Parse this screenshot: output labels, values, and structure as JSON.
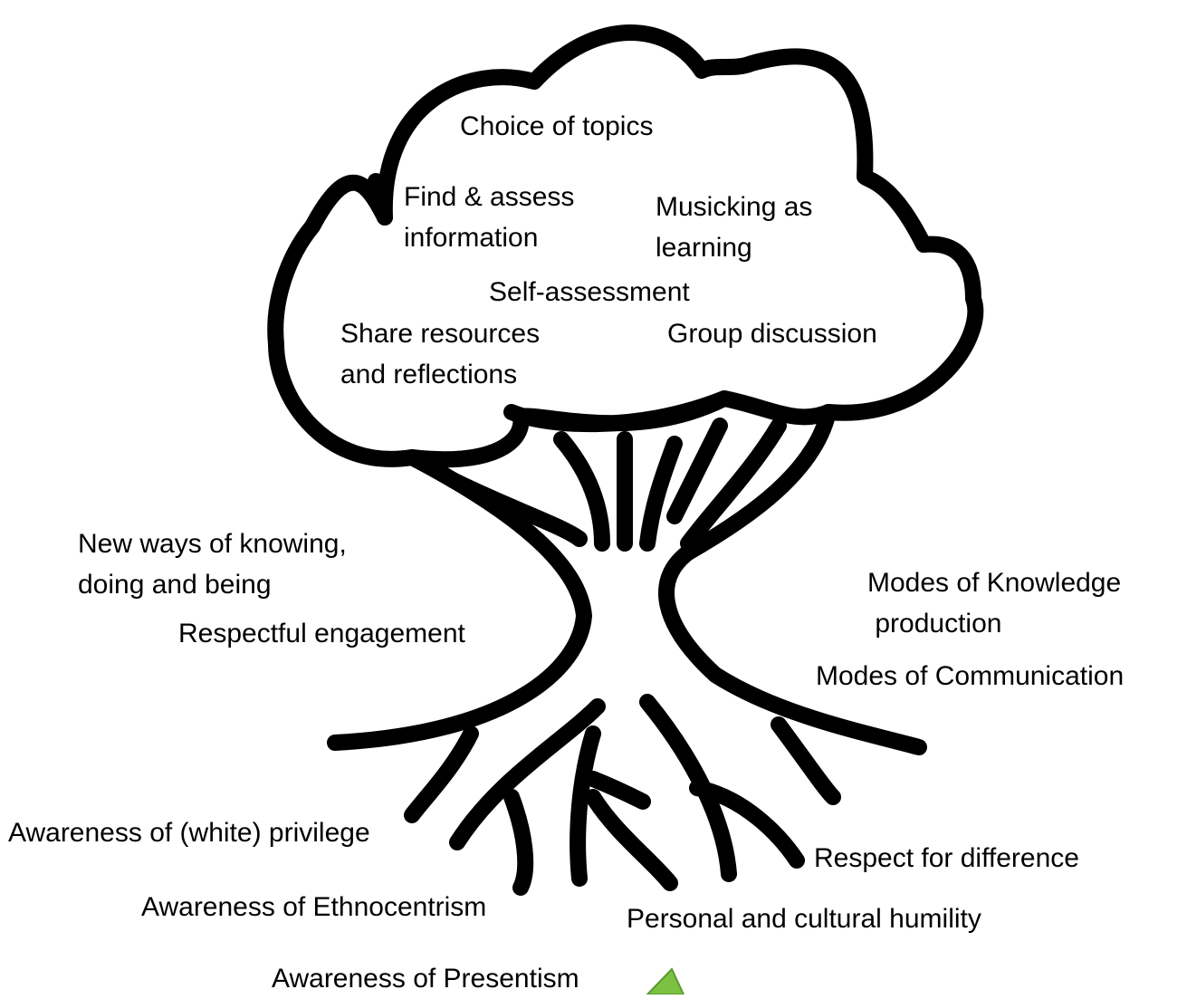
{
  "canopy": {
    "choice_of_topics": "Choice of topics",
    "find_assess": [
      "Find & assess",
      "information"
    ],
    "musicking": [
      "Musicking as",
      "learning"
    ],
    "self_assessment": "Self-assessment",
    "share_resources": [
      "Share resources",
      "and reflections"
    ],
    "group_discussion": "Group discussion"
  },
  "trunk": {
    "new_ways": [
      "New ways of knowing,",
      "doing and being"
    ],
    "respectful_engagement": "Respectful engagement",
    "modes_knowledge": [
      "Modes of Knowledge",
      " production"
    ],
    "modes_communication": "Modes of Communication"
  },
  "roots": {
    "white_privilege": "Awareness of (white) privilege",
    "ethnocentrism": "Awareness of Ethnocentrism",
    "presentism": "Awareness of Presentism",
    "respect_difference": "Respect for difference",
    "cultural_humility": "Personal and cultural humility"
  },
  "colors": {
    "stroke": "#000000",
    "text": "#000000",
    "accent": "#7CC142"
  }
}
